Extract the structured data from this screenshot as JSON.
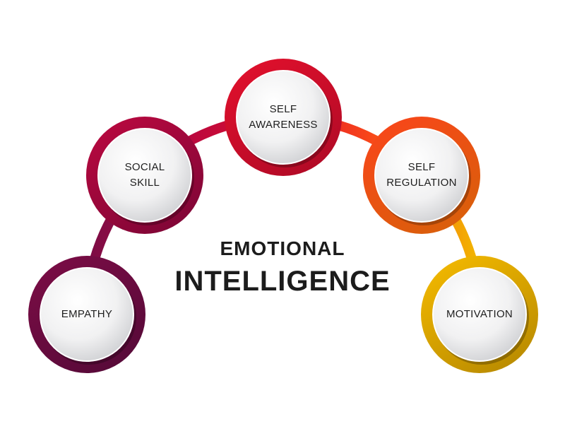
{
  "title": {
    "line1": "EMOTIONAL",
    "line2": "INTELLIGENCE"
  },
  "nodes": [
    {
      "label": "EMPATHY",
      "color": "#7a0c45",
      "dark": "#560a38"
    },
    {
      "label": "SOCIAL\nSKILL",
      "color": "#b8083f",
      "dark": "#7e0636"
    },
    {
      "label": "SELF\nAWARENESS",
      "color": "#e0102c",
      "dark": "#b00a26"
    },
    {
      "label": "SELF\nREGULATION",
      "color": "#f8461a",
      "dark": "#d8600a"
    },
    {
      "label": "MOTIVATION",
      "color": "#f2b800",
      "dark": "#b88a00"
    }
  ]
}
